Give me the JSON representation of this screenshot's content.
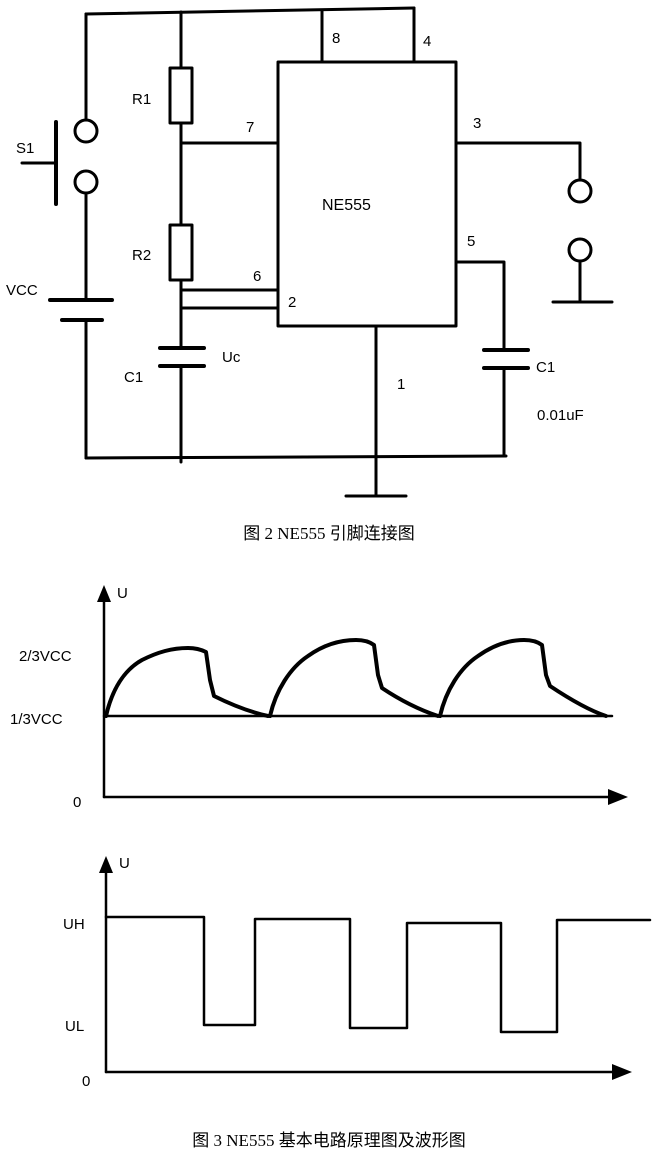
{
  "figure2": {
    "chip_label": "NE555",
    "pins": {
      "p8": "8",
      "p4": "4",
      "p7": "7",
      "p3": "3",
      "p5": "5",
      "p6": "6",
      "p2": "2",
      "p1": "1"
    },
    "labels": {
      "s1": "S1",
      "r1": "R1",
      "r2": "R2",
      "vcc": "VCC",
      "c1_left": "C1",
      "uc": "Uc",
      "c1_right": "C1",
      "c1_value": "0.01uF"
    },
    "caption": "图 2   NE555 引脚连接图"
  },
  "figure3": {
    "top_chart": {
      "y_label": "U",
      "ticks": {
        "upper": "2/3VCC",
        "lower": "1/3VCC",
        "origin": "0"
      }
    },
    "bottom_chart": {
      "y_label": "U",
      "ticks": {
        "high": "UH",
        "low": "UL",
        "origin": "0"
      }
    },
    "caption": "图 3   NE555 基本电路原理图及波形图"
  }
}
